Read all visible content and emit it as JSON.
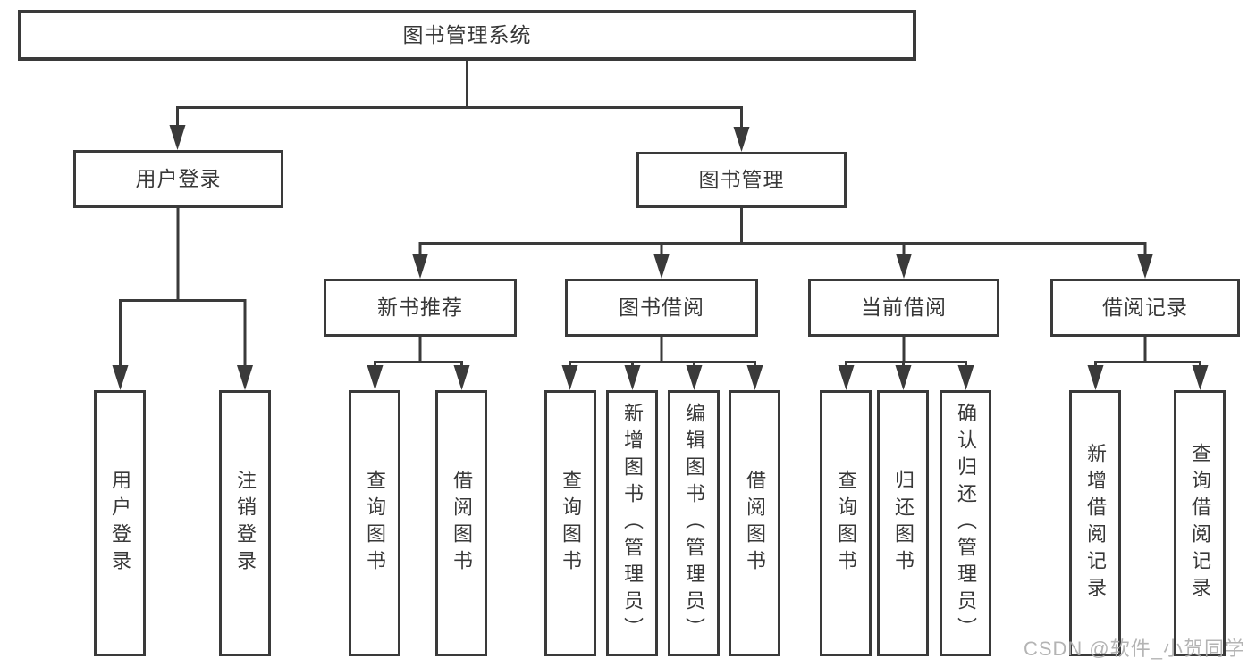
{
  "diagram": {
    "type": "hierarchy-tree",
    "tree": {
      "label": "图书管理系统",
      "children": [
        {
          "label": "用户登录",
          "children": [
            {
              "label": "用户登录"
            },
            {
              "label": "注销登录"
            }
          ]
        },
        {
          "label": "图书管理",
          "children": [
            {
              "label": "新书推荐",
              "children": [
                {
                  "label": "查询图书"
                },
                {
                  "label": "借阅图书"
                }
              ]
            },
            {
              "label": "图书借阅",
              "children": [
                {
                  "label": "查询图书"
                },
                {
                  "label": "新增图书（管理员）"
                },
                {
                  "label": "编辑图书（管理员）"
                },
                {
                  "label": "借阅图书"
                }
              ]
            },
            {
              "label": "当前借阅",
              "children": [
                {
                  "label": "查询图书"
                },
                {
                  "label": "归还图书"
                },
                {
                  "label": "确认归还（管理员）"
                }
              ]
            },
            {
              "label": "借阅记录",
              "children": [
                {
                  "label": "新增借阅记录"
                },
                {
                  "label": "查询借阅记录"
                }
              ]
            }
          ]
        }
      ]
    },
    "colors": {
      "line": "#3a3a3a",
      "box_border": "#3a3a3a",
      "text": "#383838",
      "background": "#ffffff",
      "watermark": "#acacac"
    }
  },
  "watermark": {
    "text": "CSDN @软件_小贺同学"
  }
}
